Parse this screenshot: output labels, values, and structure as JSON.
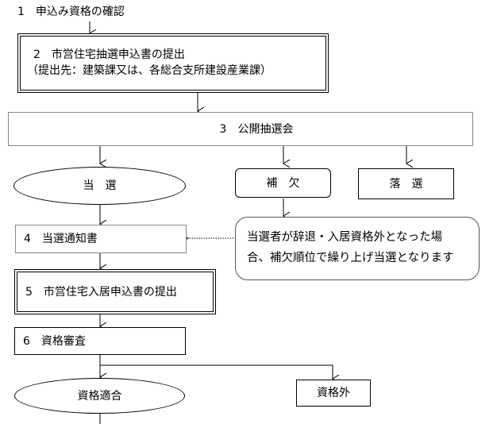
{
  "steps": {
    "s1": "1　申込み資格の確認",
    "s2_line1": "2　市営住宅抽選申込書の提出",
    "s2_line2": "（提出先：建築課又は、各総合支所建設産業課）",
    "s3": "3　公開抽選会",
    "won": "当　選",
    "reserve": "補　欠",
    "lost": "落　選",
    "s4": "4　当選通知書",
    "note_line1": "当選者が辞退・入居資格外となった場",
    "note_line2": "合、補欠順位で繰り上げ当選となります",
    "s5": "5　市営住宅入居申込書の提出",
    "s6": "6　資格審査",
    "qualified": "資格適合",
    "unqualified": "資格外"
  }
}
